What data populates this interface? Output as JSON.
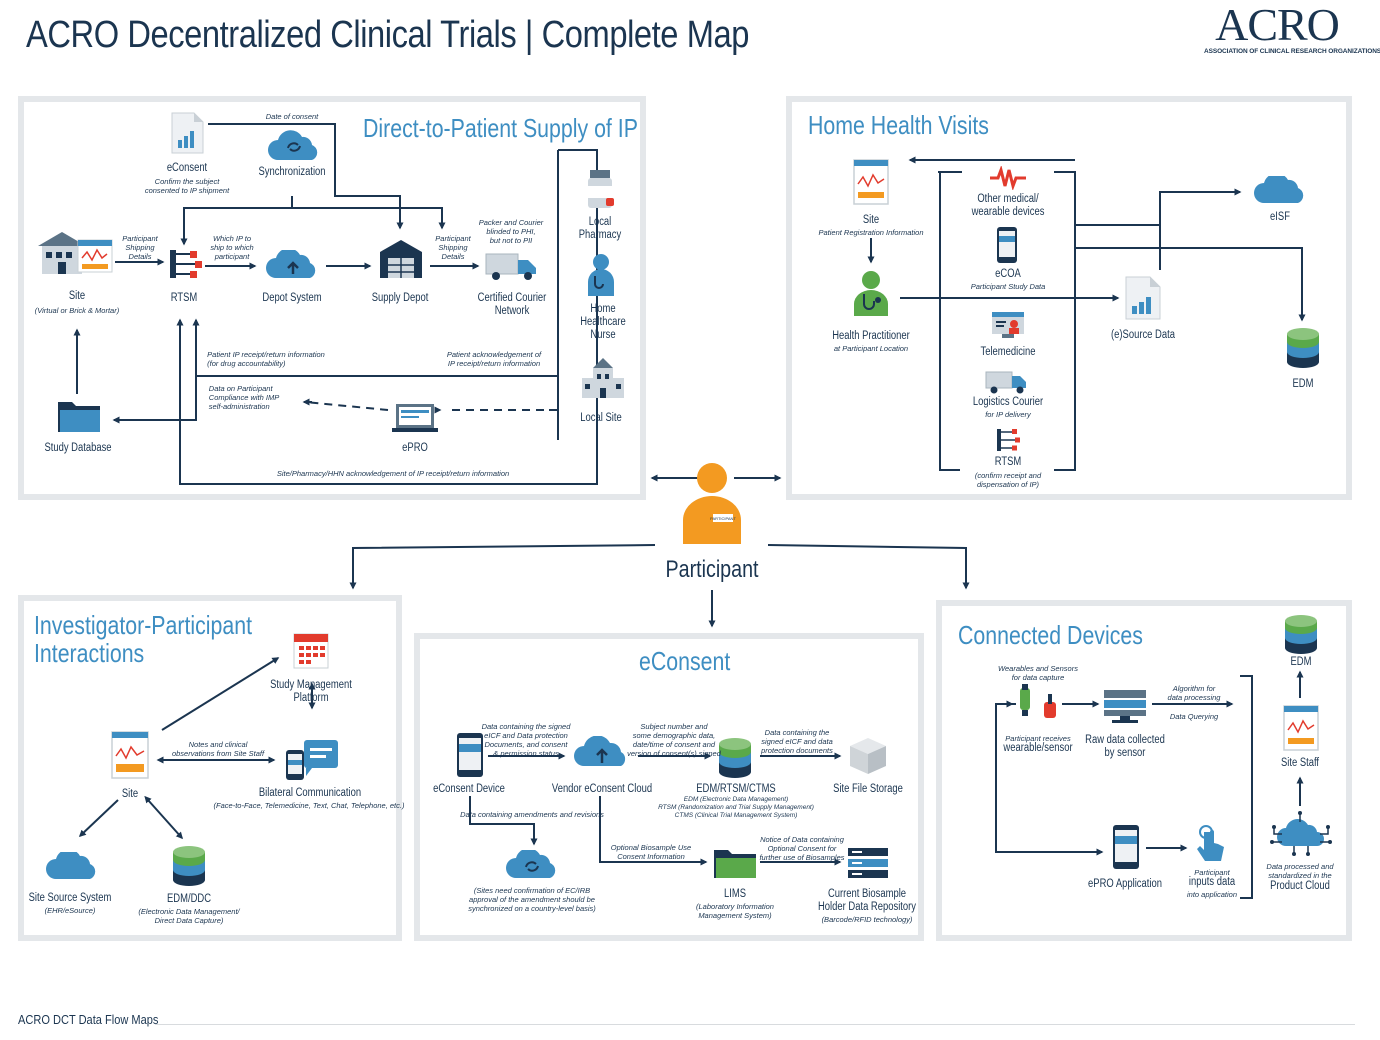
{
  "header": {
    "title": "ACRO Decentralized Clinical Trials | Complete Map",
    "logo_word": "ACRO",
    "logo_sub": "ASSOCIATION OF CLINICAL RESEARCH ORGANIZATIONS"
  },
  "colors": {
    "navy": "#1b3550",
    "blue": "#3e8ec2",
    "orange": "#f39a21",
    "green": "#5aa94a",
    "red": "#e23b2d",
    "panel_border": "#e4e7ea"
  },
  "participant": {
    "label": "Participant",
    "badge": "PARTICIPANT"
  },
  "dtp": {
    "title": "Direct-to-Patient Supply of IP",
    "econsent": "eConsent",
    "econsent_note": "Confirm the subject\nconsented to IP shipment",
    "sync": "Synchronization",
    "date_consent": "Date of consent",
    "site": "Site",
    "site_note": "(Virtual or Brick & Mortar)",
    "rtsm": "RTSM",
    "depot_system": "Depot System",
    "supply_depot": "Supply Depot",
    "courier": "Certified Courier\nNetwork",
    "local_pharmacy": "Local\nPharmacy",
    "home_nurse": "Home\nHealthcare\nNurse",
    "local_site": "Local Site",
    "study_db": "Study Database",
    "epro": "ePRO",
    "n_shipping": "Participant\nShipping\nDetails",
    "n_which": "Which IP to\nship to which\nparticipant",
    "n_shipping2": "Participant\nShipping\nDetails",
    "n_packer": "Packer and Courier\nblinded to PHI,\nbut not to PII",
    "n_receipt": "Patient IP receipt/return information\n(for drug accountability)",
    "n_ack": "Patient acknowledgement of\nIP receipt/return information",
    "n_compliance": "Data on Participant\nCompliance with IMP\nself-administration",
    "n_bottom": "Site/Pharmacy/HHN acknowledgement of IP receipt/return information"
  },
  "hhv": {
    "title": "Home Health Visits",
    "site": "Site",
    "site_note": "Patient Registration Information",
    "hp": "Health Practitioner",
    "hp_note": "at Participant Location",
    "wearable": "Other medical/\nwearable devices",
    "ecoa": "eCOA",
    "ecoa_note": "Participant Study Data",
    "telemed": "Telemedicine",
    "logistics": "Logistics Courier",
    "logistics_note": "for IP delivery",
    "rtsm": "RTSM",
    "rtsm_note": "(confirm receipt and\ndispensation of IP)",
    "source": "(e)Source Data",
    "eisf": "eISF",
    "edm": "EDM"
  },
  "ipi": {
    "title": "Investigator-Participant\nInteractions",
    "smp": "Study Management\nPlatform",
    "site": "Site",
    "notes": "Notes and clinical\nobservations from Site Staff",
    "bilateral": "Bilateral Communication",
    "bilateral_note": "(Face-to-Face, Telemedicine, Text, Chat, Telephone, etc.)",
    "sss": "Site Source System",
    "sss_note": "(EHR/eSource)",
    "edm": "EDM/DDC",
    "edm_note": "(Electronic Data Management/\nDirect Data Capture)"
  },
  "econ": {
    "title": "eConsent",
    "device": "eConsent Device",
    "cloud": "Vendor eConsent Cloud",
    "edm": "EDM/RTSM/CTMS",
    "edm_note": "EDM (Electronic Data Management)\nRTSM (Randomization and Trial Supply Management)\nCTMS (Clinical Trial Management System)",
    "storage": "Site File Storage",
    "lims": "LIMS",
    "lims_note": "(Laboratory Information\nManagement System)",
    "holder": "Current Biosample\nHolder Data Repository",
    "holder_note": "(Barcode/RFID technology)",
    "n1": "Data containing the signed\neICF and Data protection\nDocuments, and consent\n& permission status",
    "n2": "Subject number and\nsome demographic data,\ndate/time of consent and\nversion of consent(s) signed",
    "n3": "Data containing the\nsigned eICF and data\nprotection documents",
    "n4": "Data containing amendments and revisions",
    "n5": "Optional Biosample Use\nConsent Information",
    "n6": "Notice of Data containing\nOptional Consent for\nfurther use of Biosamples",
    "n7": "(Sites need confirmation of EC/IRB\napproval of the amendment should be\nsynchronized on a country-level basis)"
  },
  "cd": {
    "title": "Connected Devices",
    "n_wear": "Wearables and Sensors\nfor data capture",
    "wear": "wearable/sensor",
    "wear_note": "Participant receives",
    "raw": "Raw data collected\nby sensor",
    "n_algo": "Algorithm for\ndata processing",
    "n_query": "Data Querying",
    "edm": "EDM",
    "staff": "Site Staff",
    "epro": "ePRO Application",
    "inputs": "inputs data",
    "inputs_pre": "Participant",
    "inputs_note": "into application",
    "cloud_note": "Data processed and\nstandardized in the",
    "cloud": "Product Cloud"
  },
  "footer": {
    "text": "ACRO DCT Data Flow Maps"
  }
}
